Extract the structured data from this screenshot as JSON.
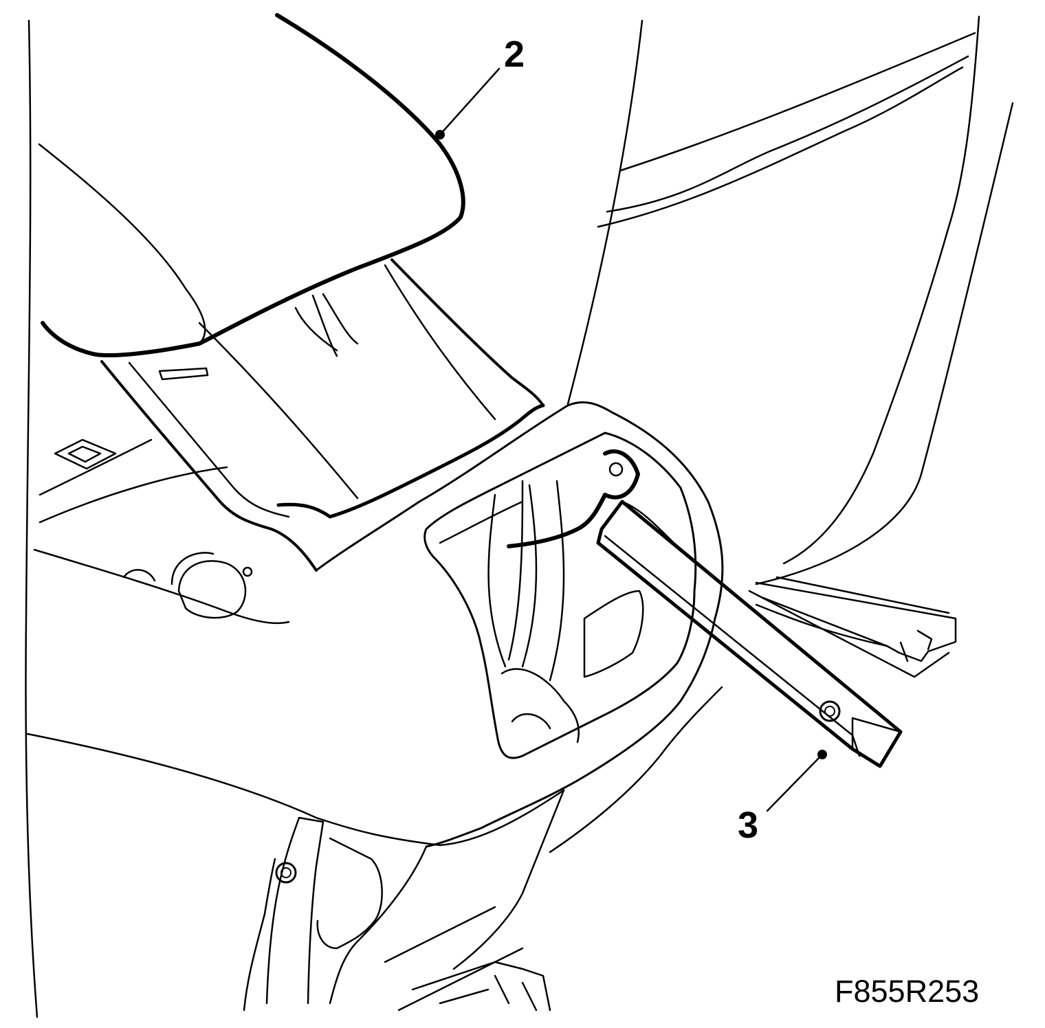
{
  "figure": {
    "code": "F855R253",
    "callouts": [
      {
        "number": "2",
        "part": "armrest-lid"
      },
      {
        "number": "3",
        "part": "trim-removal-tool"
      }
    ],
    "line_color": "#000000",
    "background_color": "#ffffff"
  }
}
